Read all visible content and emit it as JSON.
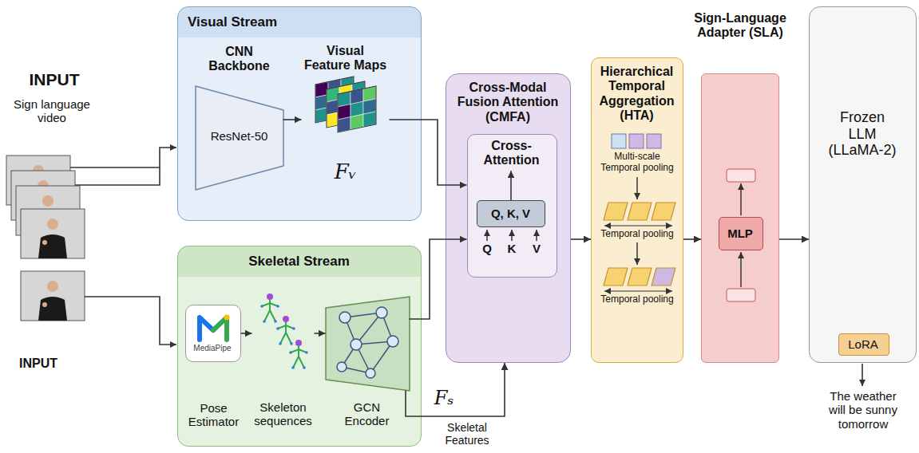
{
  "diagram": {
    "nodes": [
      {
        "text": [
          "Visual Stream"
        ]
      },
      {
        "text": [
          "CNN Backbone",
          "ResNet-50"
        ],
        "in": 0
      },
      {
        "text": [
          "Visual Feature Maps",
          "Fᵥ"
        ],
        "in": 0
      },
      {
        "text": [
          "Skeletal Stream"
        ]
      },
      {
        "text": [
          "MediaPipe",
          "Pose Estimator"
        ],
        "in": 3
      },
      {
        "text": [
          "Skeleton sequences"
        ],
        "in": 3
      },
      {
        "text": [
          "GCN Encoder"
        ],
        "in": 3
      },
      {
        "text": [
          "Cross-Modal Fusion Attention (CMFA)"
        ]
      },
      {
        "text": [
          "Cross-Attention"
        ],
        "in": 7
      },
      {
        "text": [
          "Q, K, V"
        ],
        "in": 8
      },
      {
        "text": [
          "Hierarchical Temporal Aggregation (HTA)"
        ]
      },
      {
        "text": [
          "Sign-Language Adapter (SLA)"
        ]
      },
      {
        "text": [
          "MLP"
        ],
        "in": 11
      },
      {
        "text": [
          "Frozen LLM (LLaMA-2)"
        ]
      },
      {
        "text": [
          "LoRA"
        ],
        "in": 13
      }
    ],
    "edges": [
      {
        "from": 1,
        "to": 2,
        "arrow": "to"
      },
      {
        "from": 4,
        "to": 5,
        "arrow": "to"
      },
      {
        "from": 5,
        "to": 6,
        "arrow": "to"
      },
      {
        "from": 2,
        "to": 8,
        "arrow": "to"
      },
      {
        "from": 6,
        "to": 8,
        "arrow": "to"
      },
      {
        "from": 6,
        "to": 7,
        "arrow": "to"
      },
      {
        "from": 9,
        "to": 8,
        "arrow": "to"
      },
      {
        "from": 7,
        "to": 10,
        "arrow": "to"
      },
      {
        "from": 10,
        "to": 11,
        "arrow": "to"
      },
      {
        "from": 11,
        "to": 13,
        "arrow": "to"
      }
    ],
    "labels": [
      "INPUT",
      "Sign language video",
      "INPUT",
      "Fₛ",
      "Skeletal Features",
      "Q",
      "K",
      "V",
      "Multi-scale Temporal pooling",
      "Temporal pooling",
      "Temporal pooling",
      "The weather will be sunny tomorrow"
    ]
  }
}
